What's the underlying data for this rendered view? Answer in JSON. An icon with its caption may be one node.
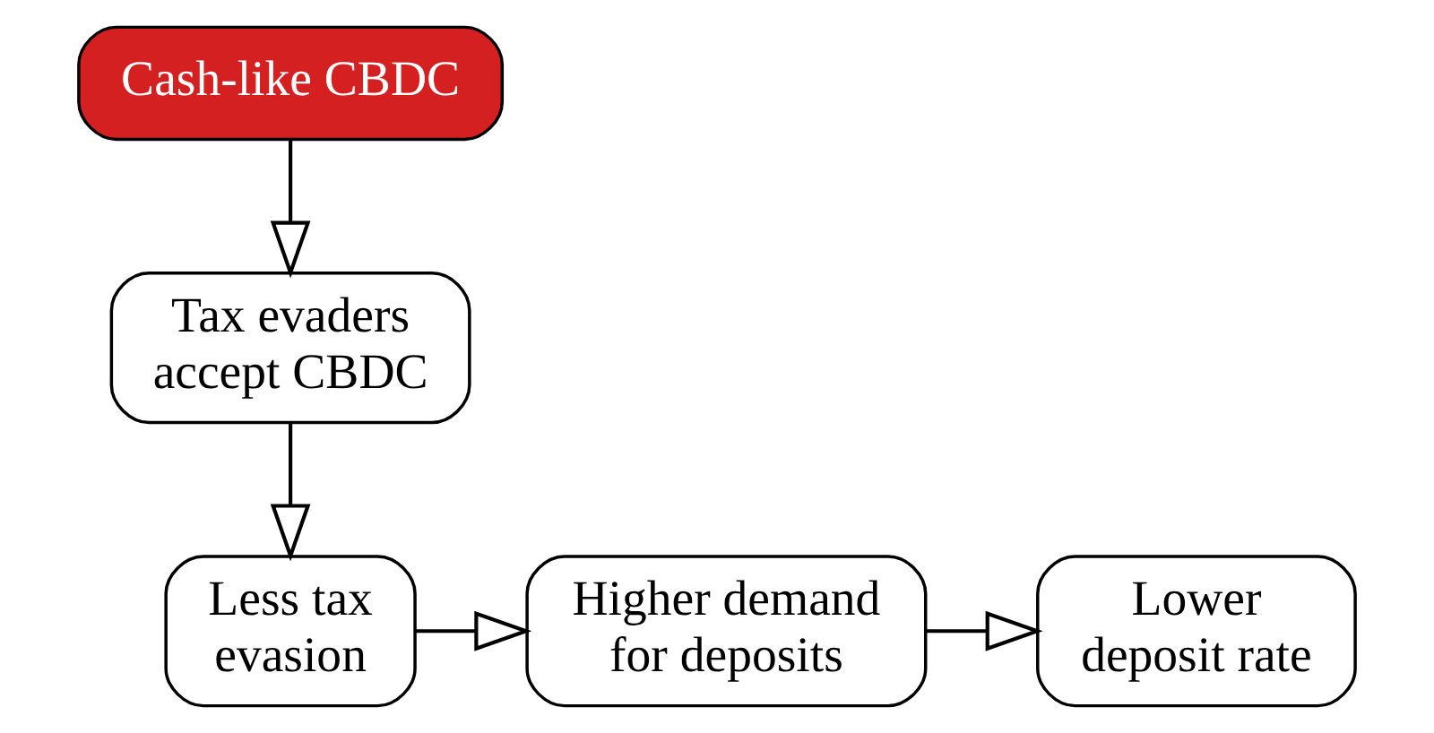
{
  "diagram": {
    "nodes": [
      {
        "text": [
          "Cash-like CBDC"
        ]
      },
      {
        "text": [
          "Tax evaders accept CBDC"
        ]
      },
      {
        "text": [
          "Less tax evasion"
        ]
      },
      {
        "text": [
          "Higher demand for deposits"
        ]
      },
      {
        "text": [
          "Lower deposit rate"
        ]
      }
    ],
    "edges": [
      {
        "from": 0,
        "to": 1,
        "arrow": "to"
      },
      {
        "from": 1,
        "to": 2,
        "arrow": "to"
      },
      {
        "from": 2,
        "to": 3,
        "arrow": "to"
      },
      {
        "from": 3,
        "to": 4,
        "arrow": "to"
      }
    ]
  }
}
